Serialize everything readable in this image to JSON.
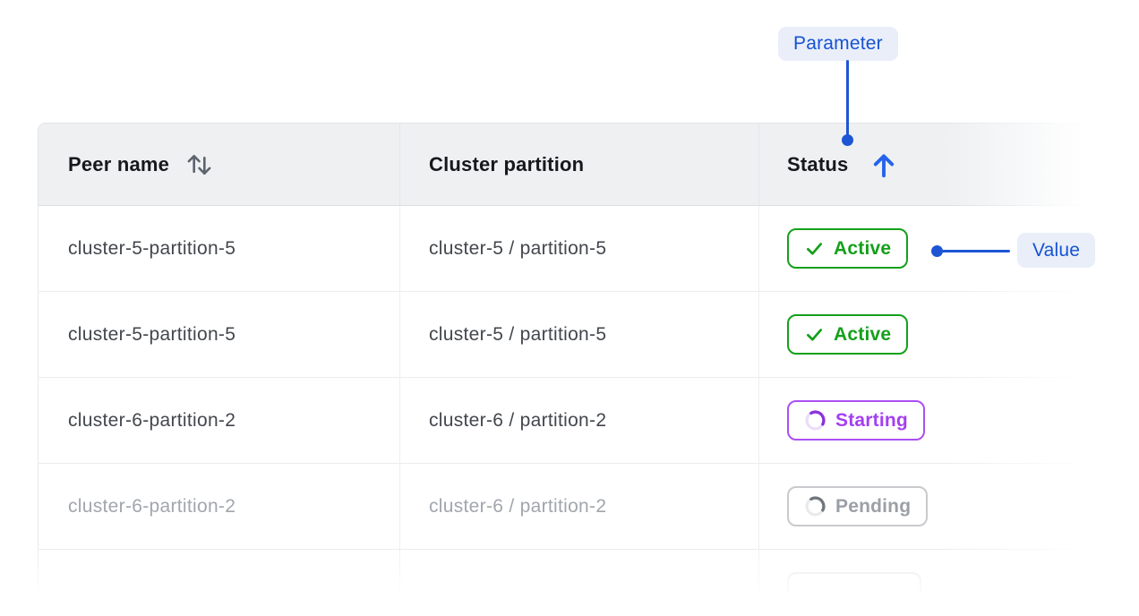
{
  "annotations": {
    "parameter_label": "Parameter",
    "value_label": "Value"
  },
  "colors": {
    "annotation_blue": "#1d55d5",
    "annotation_pill_bg": "#e9eef9",
    "annotation_text_blue": "#1652d3",
    "sort_arrow_blue": "#2563eb",
    "active_green": "#15a01b",
    "starting_purple": "#a843f2",
    "pending_gray": "#9aa0a6",
    "header_bg": "#eef0f2"
  },
  "table": {
    "columns": [
      {
        "label": "Peer name",
        "sort": "toggle"
      },
      {
        "label": "Cluster partition",
        "sort": "none"
      },
      {
        "label": "Status",
        "sort": "ascending"
      }
    ],
    "rows": [
      {
        "peer_name": "cluster-5-partition-5",
        "cluster_partition": "cluster-5 / partition-5",
        "status": {
          "label": "Active",
          "state": "active"
        }
      },
      {
        "peer_name": "cluster-5-partition-5",
        "cluster_partition": "cluster-5 / partition-5",
        "status": {
          "label": "Active",
          "state": "active"
        }
      },
      {
        "peer_name": "cluster-6-partition-2",
        "cluster_partition": "cluster-6 / partition-2",
        "status": {
          "label": "Starting",
          "state": "starting"
        }
      },
      {
        "peer_name": "cluster-6-partition-2",
        "cluster_partition": "cluster-6 / partition-2",
        "status": {
          "label": "Pending",
          "state": "pending"
        }
      },
      {
        "peer_name": "",
        "cluster_partition": "",
        "status": {
          "label": "",
          "state": "unknown"
        }
      }
    ]
  }
}
